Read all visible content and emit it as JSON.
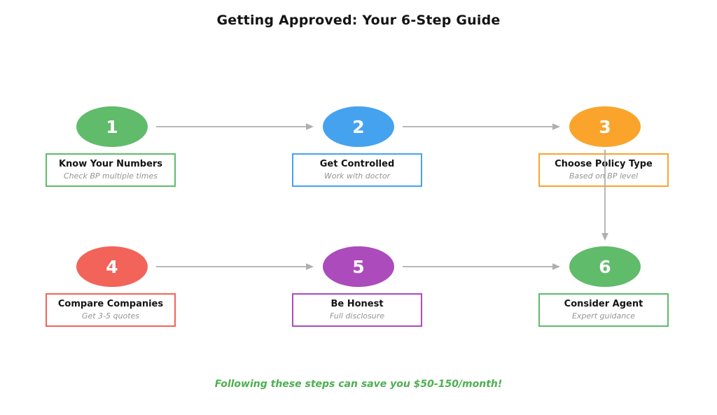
{
  "title": "Getting Approved: Your 6-Step Guide",
  "caption": {
    "text": "Following these steps can save you $50-150/month!",
    "color": "#4CAF50"
  },
  "arrows": {
    "color": "#AFAFAF",
    "links": [
      {
        "from": "1",
        "to": "2"
      },
      {
        "from": "2",
        "to": "3"
      },
      {
        "from": "3",
        "to": "6"
      },
      {
        "from": "4",
        "to": "5"
      },
      {
        "from": "5",
        "to": "6"
      }
    ]
  },
  "colors": {
    "title_text": "#141414",
    "subtitle_text": "#949494"
  },
  "steps": [
    {
      "number": "1",
      "title": "Know Your Numbers",
      "subtitle": "Check BP multiple times",
      "color": "#60BB6A"
    },
    {
      "number": "2",
      "title": "Get Controlled",
      "subtitle": "Work with doctor",
      "color": "#45A2EF"
    },
    {
      "number": "3",
      "title": "Choose Policy Type",
      "subtitle": "Based on BP level",
      "color": "#FAA42C"
    },
    {
      "number": "4",
      "title": "Compare Companies",
      "subtitle": "Get 3-5 quotes",
      "color": "#F2635A"
    },
    {
      "number": "5",
      "title": "Be Honest",
      "subtitle": "Full disclosure",
      "color": "#AB4BBC"
    },
    {
      "number": "6",
      "title": "Consider Agent",
      "subtitle": "Expert guidance",
      "color": "#60BB6A"
    }
  ]
}
